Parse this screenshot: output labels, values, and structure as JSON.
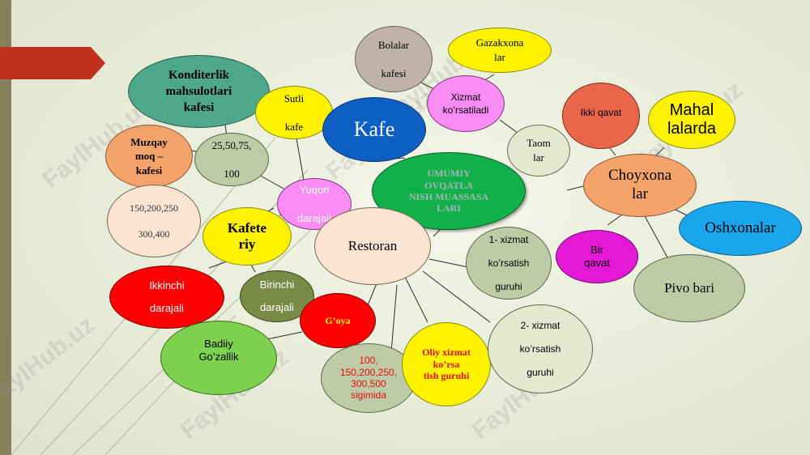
{
  "watermark": "FaylHub.uz",
  "nodes": {
    "bolalar_kafesi": "Bolalar\n\nkafesi",
    "gazakxonalar": "Gazakxona\nlar",
    "xizmat_korsatiladi": "Xizmat\nko’rsatiladi",
    "konditerlik": "Konditerlik\nmahsulotlari\nkafesi",
    "sutli_kafe": "Sutli\n\nkafe",
    "kafe": "Kafe",
    "muzqaymoq": "Muzqay\nmoq –\nkafesi",
    "sigim_25": "25,50,75,\n\n100",
    "yuqori_darajali": "Yuqori\n\ndarajali",
    "umumiy": "UMUMIY\nOVQATLA\nNISH MUASSASA\nLARI",
    "taom_lar": "Taom\nlar",
    "ikki_qavat": "Ikki qavat",
    "mahallalarda": "Mahal\nlalarda",
    "choyxonalar": "Choyxona\nlar",
    "oshxonalar": "Oshxonalar",
    "sigim_150": "150,200,250\n\n300,400",
    "kafeteriy": "Kafete\nriy",
    "restoran": "Restoran",
    "xizmat_1": "1- xizmat\n\nko’rsatish\n\nguruhi",
    "bir_qavat": "Bir\nqavat",
    "pivo_bari": "Pivo bari",
    "ikkinchi_darajali": "Ikkinchi\n\ndarajali",
    "birinchi_darajali": "Birinchi\n\ndarajali",
    "goya": "G’oya",
    "badiiy_gozallik": "Badiiy\nGo’zallik",
    "sigim_100": "100,\n150,200,250,\n300,500\nsigimida",
    "oliy_xizmat": "Oliy xizmat\nko’rsa\ntish guruhi",
    "xizmat_2": "2- xizmat\n\nko’rsatish\n\nguruhi"
  },
  "colors": {
    "teal": "#4fa78b",
    "yellow": "#fff200",
    "blue_kafe": "#0e5fc4",
    "green_umumiy": "#12b04b",
    "pink": "#f98cf5",
    "red": "#ff0000",
    "orange": "#f4a46a",
    "light_blue": "#1aa6ec",
    "magenta": "#e618d8",
    "olive": "#7b8b46",
    "light_green": "#7ed14f",
    "grey_green": "#bfcaa6",
    "peach": "#fbe4d2",
    "coral": "#e8674a"
  }
}
